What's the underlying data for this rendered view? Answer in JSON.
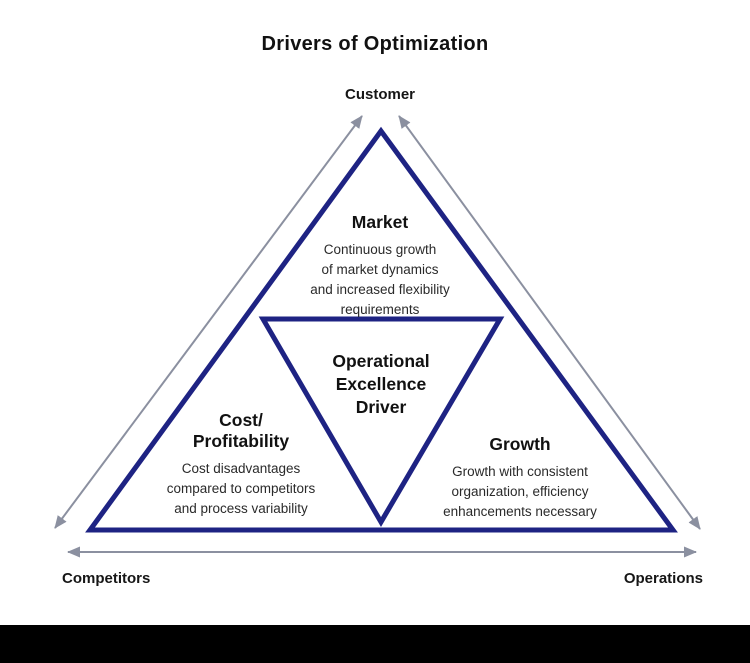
{
  "title": "Drivers of Optimization",
  "colors": {
    "triangle_stroke": "#1e2383",
    "arrow": "#8b90a0",
    "heading_text": "#111111",
    "body_text": "#2a2a2a",
    "bottom_band": "#000000",
    "background": "#ffffff"
  },
  "vertex_labels": {
    "top": "Customer",
    "bottom_left": "Competitors",
    "bottom_right": "Operations"
  },
  "center": {
    "heading": "Operational\nExcellence\nDriver"
  },
  "sections": {
    "market": {
      "heading": "Market",
      "body": "Continuous growth\nof market dynamics\nand increased flexibility\nrequirements"
    },
    "cost": {
      "heading": "Cost/\nProfitability",
      "body": "Cost disadvantages\ncompared to competitors\nand process variability"
    },
    "growth": {
      "heading": "Growth",
      "body": "Growth with consistent\norganization, efficiency\nenhancements necessary"
    }
  }
}
